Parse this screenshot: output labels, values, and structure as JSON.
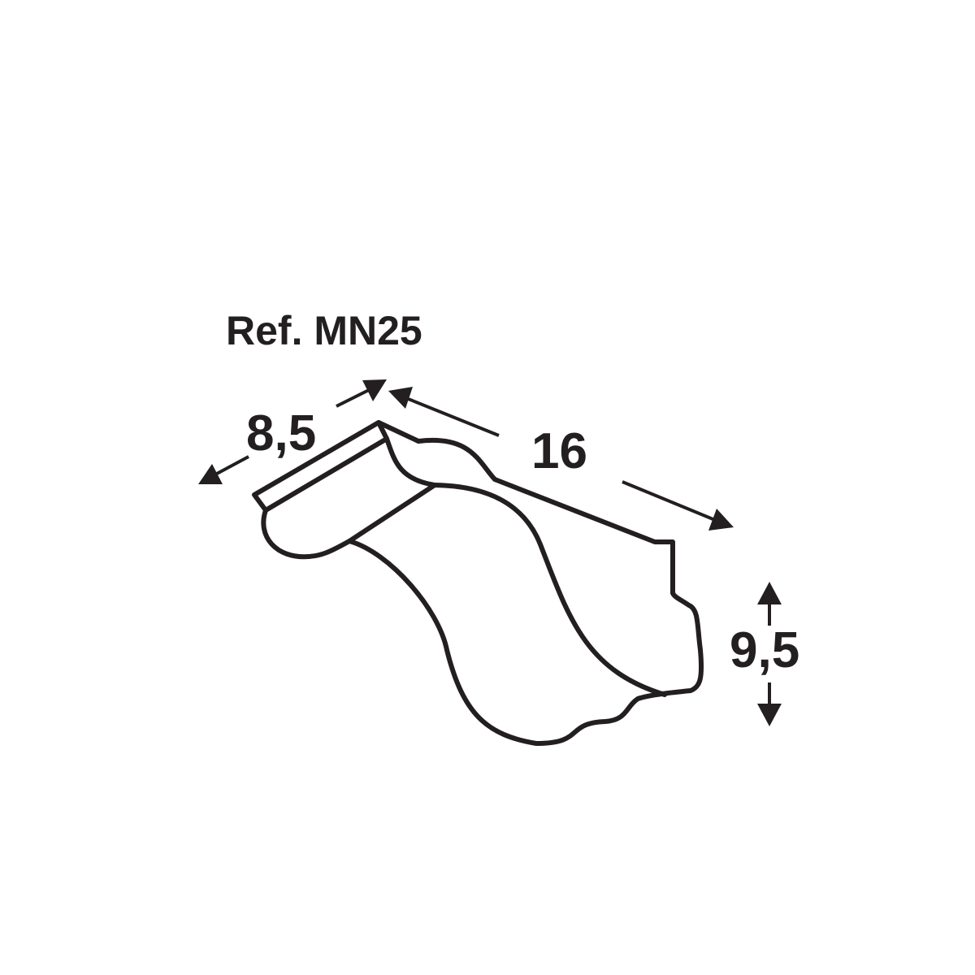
{
  "reference": "Ref. MN25",
  "dimensions": {
    "width": "8,5",
    "length": "16",
    "height": "9,5"
  },
  "colors": {
    "ink": "#231f20",
    "background": "#ffffff"
  }
}
